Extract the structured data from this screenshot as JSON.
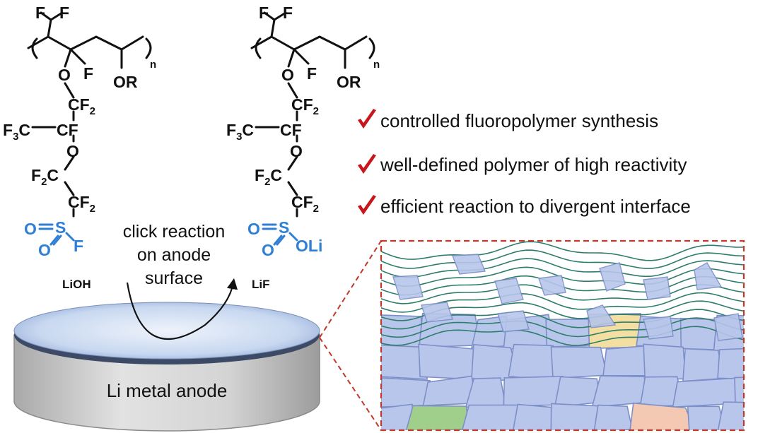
{
  "features": [
    "controlled fluoropolymer synthesis",
    "well-defined polymer of high reactivity",
    "efficient reaction to divergent interface"
  ],
  "reaction_caption": [
    "click reaction",
    "on anode",
    "surface"
  ],
  "reagent_left": "LiOH",
  "product_right": "LiF",
  "anode_label": "Li metal anode",
  "polymer_left": {
    "top_f1": "F",
    "top_f2": "F",
    "side_f": "F",
    "subscript_n": "n",
    "or_group": "OR",
    "o1": "O",
    "cf2_1": "CF",
    "sub2": "2",
    "f3c": "F",
    "sub3": "3",
    "c_letter": "C",
    "cf_mid": "CF",
    "o2": "O",
    "f2c": "F",
    "cf2_2": "CF",
    "sulfonyl_o1": "O",
    "sulfonyl_s": "S",
    "sulfonyl_o2": "O",
    "end_group": "F"
  },
  "polymer_right": {
    "top_f1": "F",
    "top_f2": "F",
    "side_f": "F",
    "subscript_n": "n",
    "or_group": "OR",
    "o1": "O",
    "cf2_1": "CF",
    "sub2": "2",
    "f3c": "F",
    "sub3": "3",
    "c_letter": "C",
    "cf_mid": "CF",
    "o2": "O",
    "f2c": "F",
    "cf2_2": "CF",
    "sulfonyl_o1": "O",
    "sulfonyl_s": "S",
    "sulfonyl_o2": "O",
    "end_group": "OLi"
  },
  "colors": {
    "check": "#c8161d",
    "sulfonyl_blue": "#2e7fd6",
    "wave_green": "#2e7d6b",
    "grain_fill": "#b7c6ea",
    "grain_edge": "#7d8fc8",
    "dash_red": "#c0392b",
    "disk_top": "#bcd0ee",
    "disk_side": "#c9c9c9"
  }
}
